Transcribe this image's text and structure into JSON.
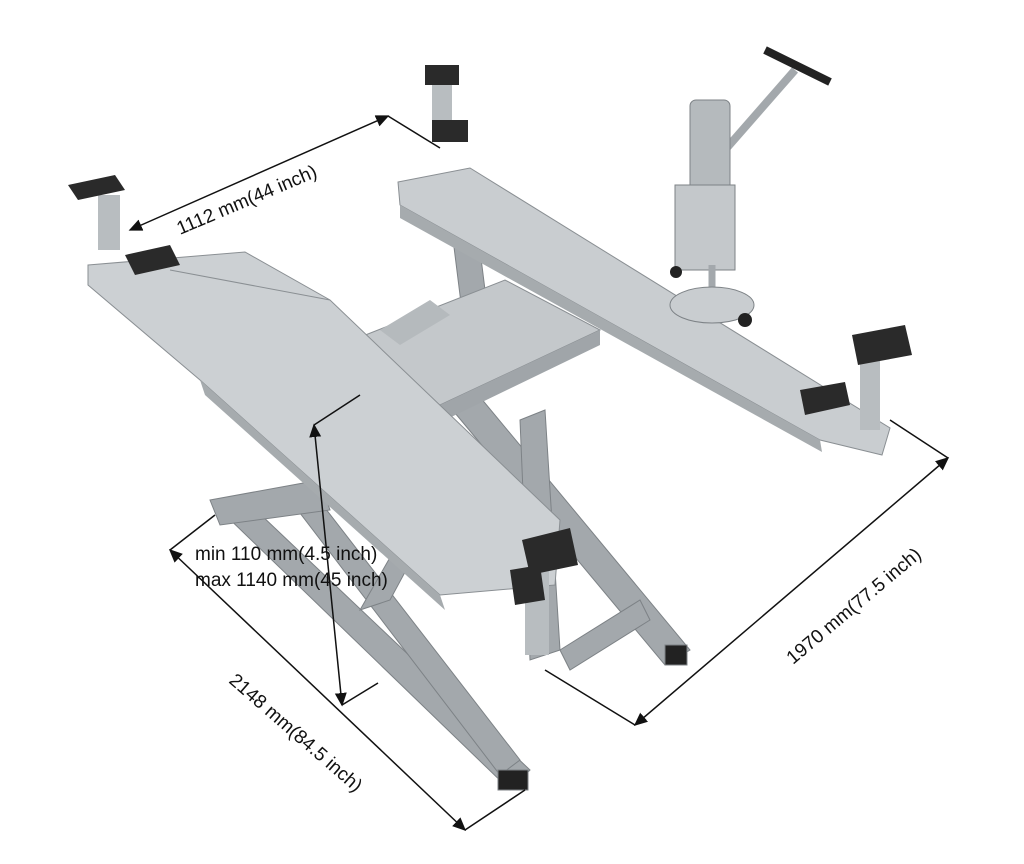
{
  "dimensions": {
    "width_between_pads": "1112 mm(44 inch)",
    "min_height": "min 110 mm(4.5 inch)",
    "max_height": "max 1140 mm(45 inch)",
    "overall_length": "2148 mm(84.5 inch)",
    "overall_width": "1970 mm(77.5 inch)"
  },
  "colors": {
    "platform": "#c9cdd0",
    "platform_shade": "#a6abae",
    "leg": "#9fa4a8",
    "pad": "#2a2a2a",
    "dimension_line": "#111111"
  }
}
